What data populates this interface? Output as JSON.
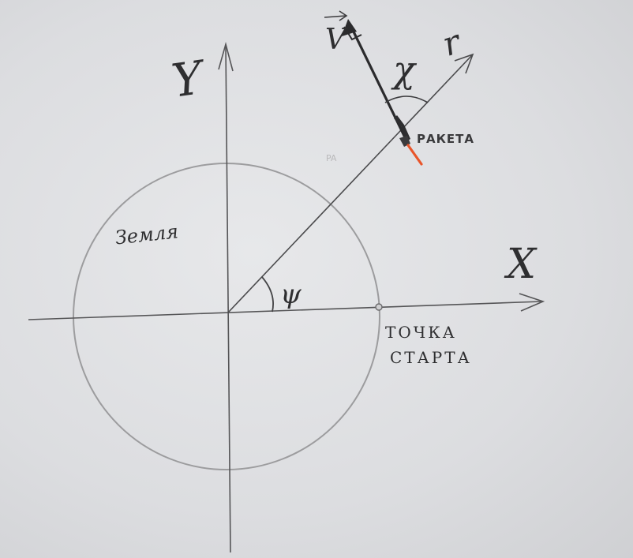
{
  "diagram": {
    "axis_x_label": "X",
    "axis_y_label": "Y",
    "earth_label": "Земля",
    "angle_phi_label": "ψ",
    "start_point_label_line1": "ТОЧКА",
    "start_point_label_line2": "СТАРТА",
    "radial_axis_label": "r",
    "rocket_label": "РАКЕТА",
    "velocity_label": "V",
    "angle_chi_label": "χ",
    "faint_mark": "PA",
    "colors": {
      "pencil": "#3b3b3d",
      "circle": "#9a9a9c",
      "flame": "#e8552a"
    }
  }
}
